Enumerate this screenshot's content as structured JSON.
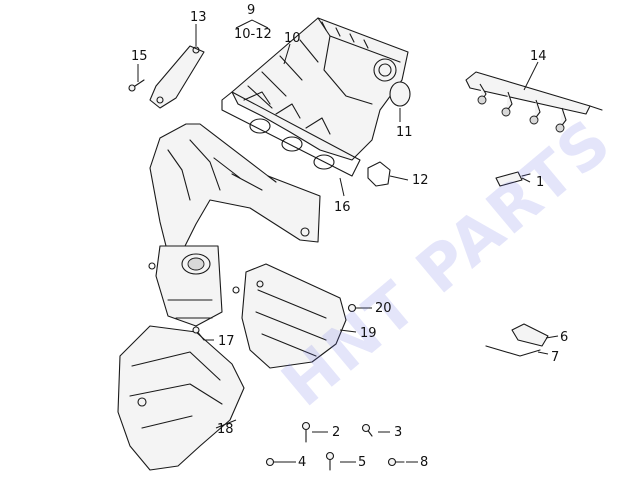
{
  "watermark": {
    "text": "HNT PARTS",
    "color": "#6f73e6"
  },
  "callouts": {
    "c1": "1",
    "c2": "2",
    "c3": "3",
    "c4": "4",
    "c5": "5",
    "c6": "6",
    "c7": "7",
    "c8": "8",
    "c9": "9",
    "c9range": "10-12",
    "c10": "10",
    "c11": "11",
    "c12": "12",
    "c13": "13",
    "c14": "14",
    "c15": "15",
    "c16": "16",
    "c17": "17",
    "c18": "18",
    "c19": "19",
    "c20": "20"
  }
}
